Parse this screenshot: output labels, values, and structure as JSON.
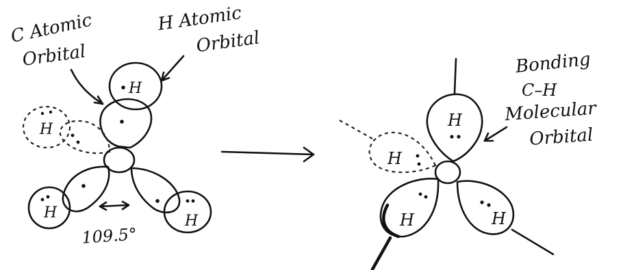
{
  "left_diagram": {
    "label_c_orbital_line1": "C Atomic",
    "label_c_orbital_line2": "Orbital",
    "label_h_orbital_line1": "H Atomic",
    "label_h_orbital_line2": "Orbital",
    "atom_h": "H",
    "angle_label": "109.5°"
  },
  "right_diagram": {
    "label_bonding_line1": "Bonding",
    "label_bonding_line2": "C–H",
    "label_bonding_line3": "Molecular",
    "label_bonding_line4": "Orbital",
    "atom_h": "H"
  }
}
